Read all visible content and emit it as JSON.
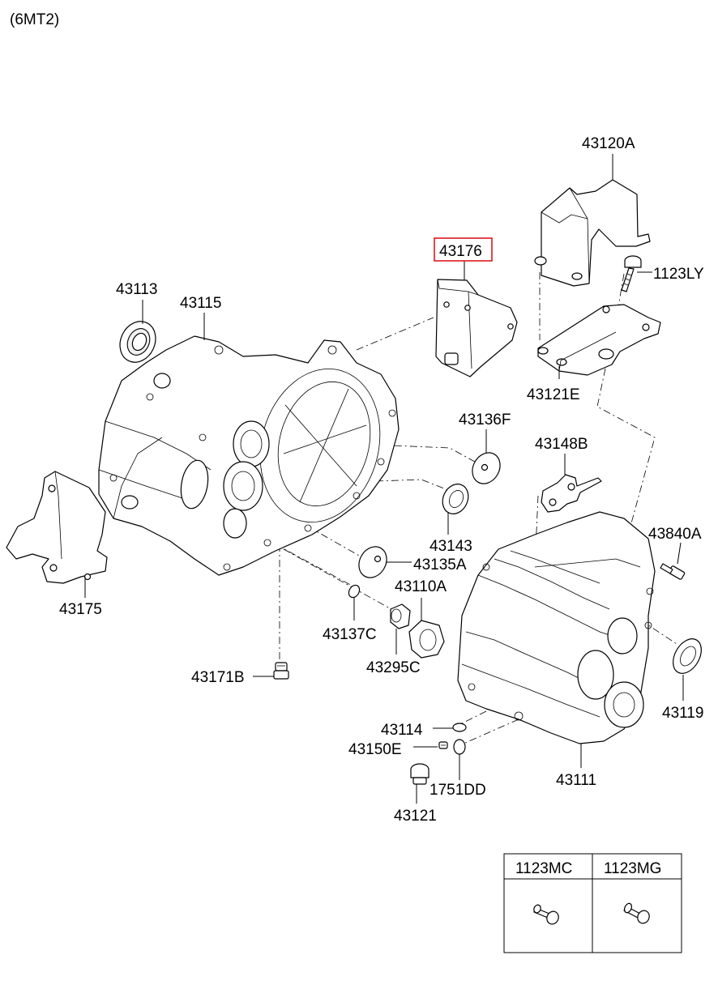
{
  "header": {
    "variant": "(6MT2)"
  },
  "highlighted_part": "43176",
  "callouts": [
    {
      "id": "43120A",
      "text": "43120A"
    },
    {
      "id": "43176",
      "text": "43176"
    },
    {
      "id": "1123LY",
      "text": "1123LY"
    },
    {
      "id": "43113",
      "text": "43113"
    },
    {
      "id": "43115",
      "text": "43115"
    },
    {
      "id": "43121E",
      "text": "43121E"
    },
    {
      "id": "43136F",
      "text": "43136F"
    },
    {
      "id": "43148B",
      "text": "43148B"
    },
    {
      "id": "43840A",
      "text": "43840A"
    },
    {
      "id": "43143",
      "text": "43143"
    },
    {
      "id": "43135A",
      "text": "43135A"
    },
    {
      "id": "43110A",
      "text": "43110A"
    },
    {
      "id": "43175",
      "text": "43175"
    },
    {
      "id": "43137C",
      "text": "43137C"
    },
    {
      "id": "43295C",
      "text": "43295C"
    },
    {
      "id": "43171B",
      "text": "43171B"
    },
    {
      "id": "43119",
      "text": "43119"
    },
    {
      "id": "43114",
      "text": "43114"
    },
    {
      "id": "43150E",
      "text": "43150E"
    },
    {
      "id": "1751DD",
      "text": "1751DD"
    },
    {
      "id": "43111",
      "text": "43111"
    },
    {
      "id": "43121",
      "text": "43121"
    }
  ],
  "fastener_table": {
    "columns": [
      "1123MC",
      "1123MG"
    ]
  },
  "colors": {
    "highlight": "#e0191e",
    "line": "#000000",
    "background": "#ffffff"
  }
}
